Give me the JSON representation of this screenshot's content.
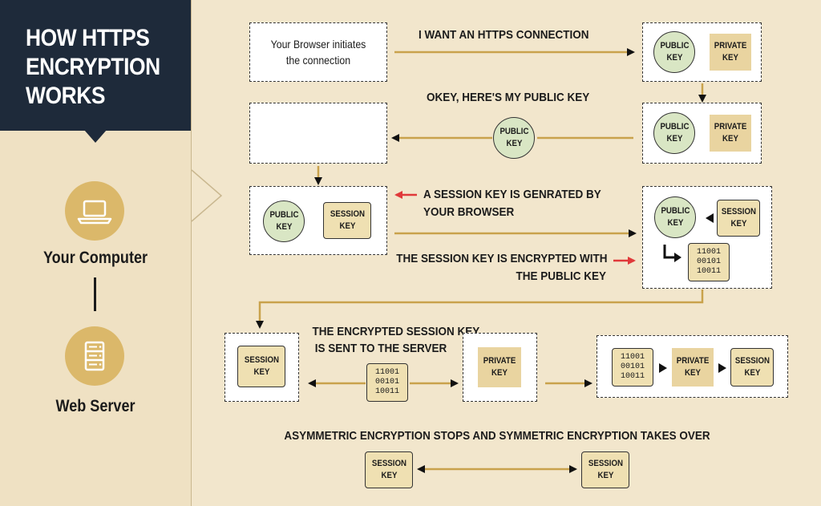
{
  "title": {
    "lines": [
      "HOW HTTPS",
      "ENCRYPTION",
      "WORKS"
    ]
  },
  "sidebar": {
    "computer_label": "Your Computer",
    "server_label": "Web Server"
  },
  "keys": {
    "public": "PUBLIC KEY",
    "private": "PRIVATE KEY",
    "session": "SESSION KEY"
  },
  "binary_block": "11001\n00101\n10011",
  "steps": {
    "browser_initiates": "Your Browser initiates the connection",
    "want_https": "I WANT AN HTTPS CONNECTION",
    "heres_key": "OKEY, HERE'S MY PUBLIC KEY",
    "session_generated_1": "A SESSION KEY IS GENRATED BY",
    "session_generated_2": "YOUR BROWSER",
    "encrypted_with_1": "THE SESSION KEY IS ENCRYPTED WITH",
    "encrypted_with_2": "THE PUBLIC KEY",
    "sent_to_server_1": "THE ENCRYPTED SESSION KEY",
    "sent_to_server_2": "IS SENT TO THE SERVER",
    "asym_stops": "ASYMMETRIC ENCRYPTION STOPS AND SYMMETRIC ENCRYPTION TAKES OVER"
  },
  "colors": {
    "navy": "#1e2a3a",
    "beige": "#f2e6cc",
    "gold": "#dbb86a",
    "arrow_gold": "#c9a24c",
    "arrow_red": "#e0393a",
    "public_key_green": "#d9e6c4",
    "session_key_beige": "#efe0b2"
  }
}
